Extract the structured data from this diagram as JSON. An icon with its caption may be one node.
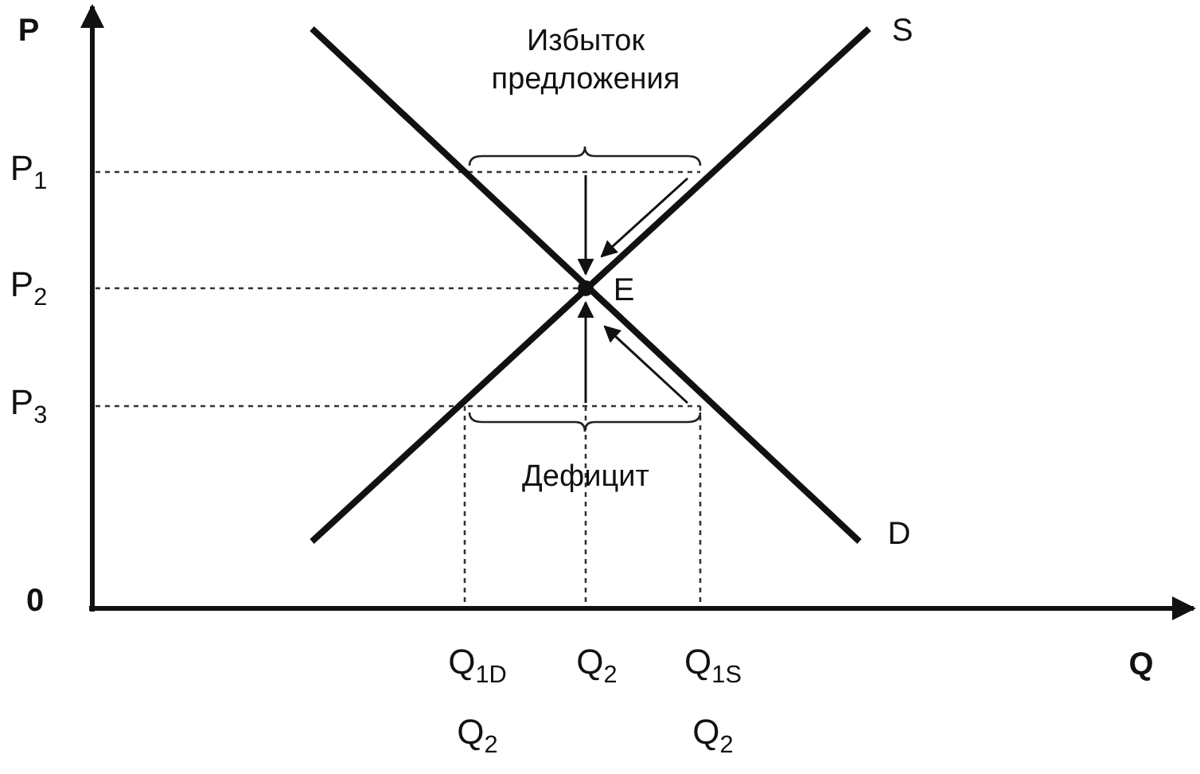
{
  "diagram": {
    "labels": [
      "P",
      "P$_{1}$",
      "P$_{2}$",
      "P$_{3}$",
      "Избыток предложения",
      "S",
      "E",
      "Дефицит",
      "D",
      "0",
      "Q$_{1D}$",
      "Q$_{2}$",
      "Q$_{1S}$",
      "Q",
      "Q$_{2}$",
      "Q$_{2}$"
    ]
  }
}
